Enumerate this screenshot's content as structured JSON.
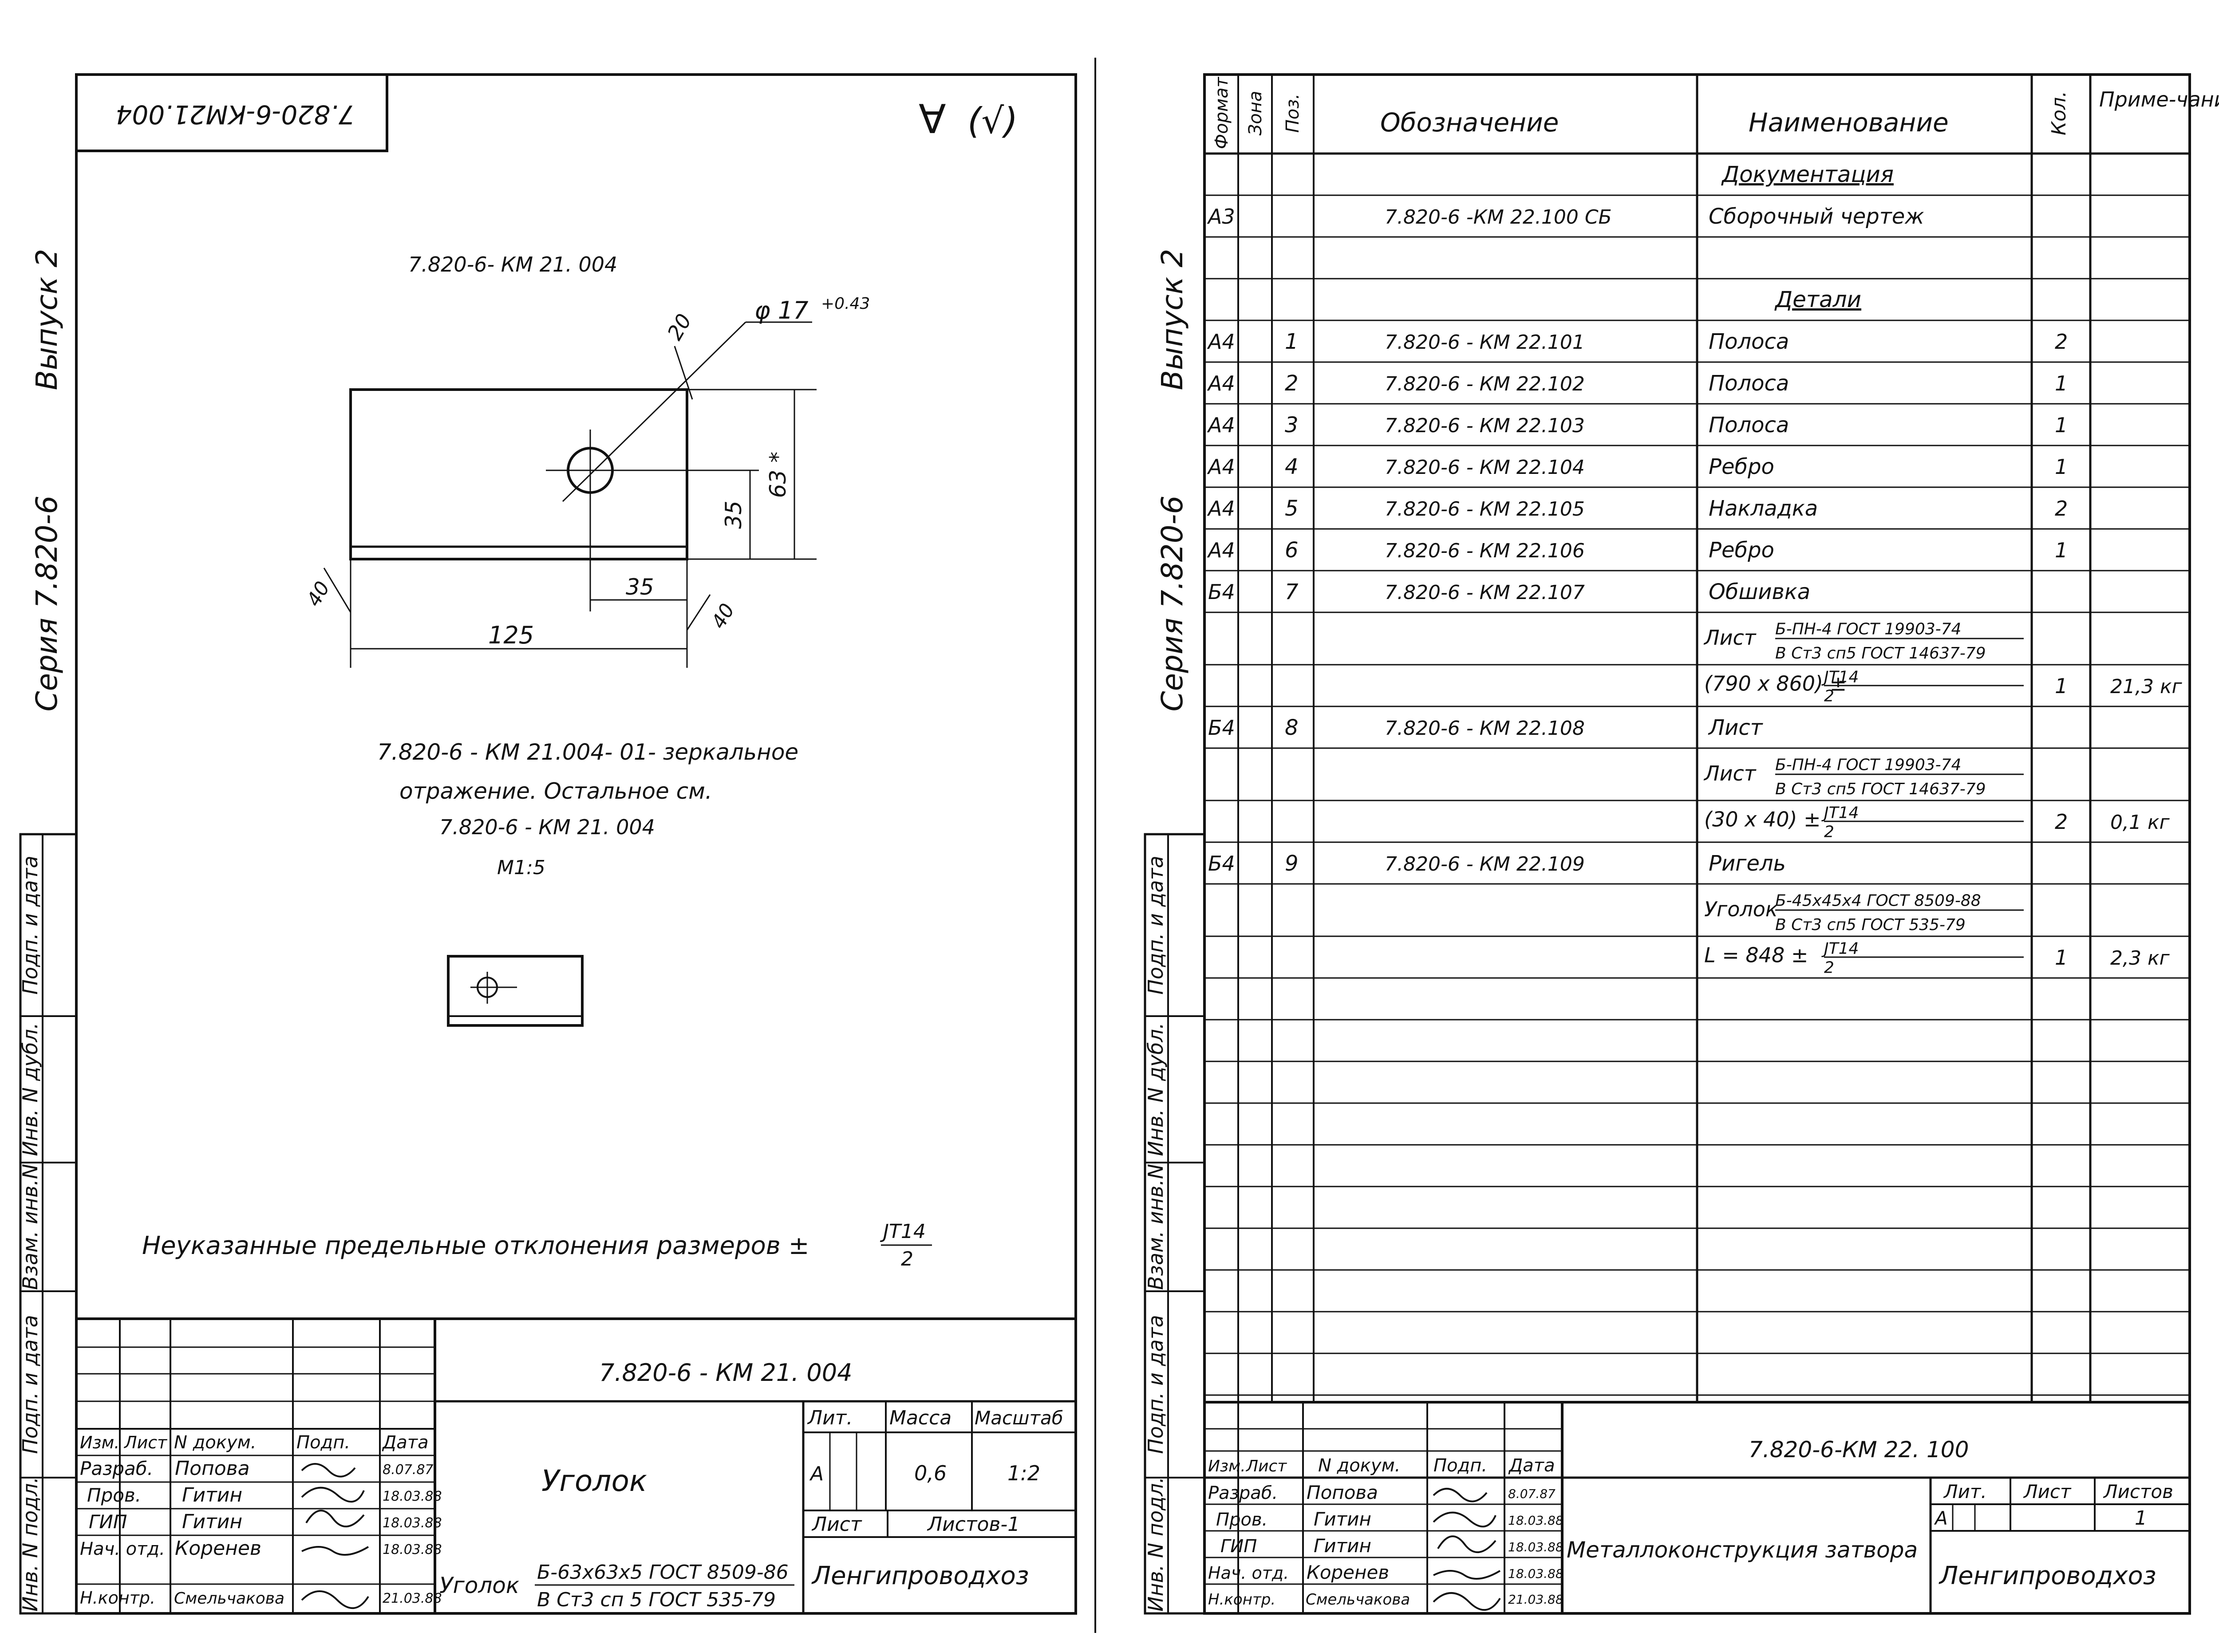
{
  "left_sheet": {
    "mirrored_code": "7.820-6-КМ21.004",
    "roughness": "(√)",
    "side_series": "Серия 7.820-6",
    "side_release": "Выпуск 2",
    "drawing_code": "7.820-6- КМ 21. 004",
    "dims": {
      "hole": "φ 17",
      "hole_tol": "+0.43",
      "angle_top": "20",
      "height_total": "63 *",
      "hole_y": "35",
      "hole_x": "35",
      "length": "125",
      "thick_left": "40",
      "thick_right": "40"
    },
    "note_lines": [
      "7.820-6 - КМ 21.004- 01- зеркальное",
      "отражение. Остальное см.",
      "7.820-6 - КМ 21. 004",
      "М1:5"
    ],
    "tolerance_note": "Неуказанные предельные отклонения размеров ±",
    "tolerance_frac_top": "JT14",
    "tolerance_frac_bottom": "2",
    "margin_labels": [
      "Инв. N подл.",
      "Подп. и дата",
      "Взам. инв.N",
      "Инв. N дубл.",
      "Подп. и дата"
    ],
    "title_block": {
      "doc_code": "7.820-6 - КМ 21. 004",
      "hdr": [
        "Изм.",
        "Лист",
        "N докум.",
        "Подп.",
        "Дата"
      ],
      "rows": [
        {
          "role": "Разраб.",
          "name": "Попова",
          "date": "8.07.87"
        },
        {
          "role": "Пров.",
          "name": "Гитин",
          "date": "18.03.88"
        },
        {
          "role": "ГИП",
          "name": "Гитин",
          "date": "18.03.88"
        },
        {
          "role": "Нач. отд.",
          "name": "Коренев",
          "date": "18.03.88"
        },
        {
          "role": "Н.контр.",
          "name": "Смельчакова",
          "date": "21.03.88"
        }
      ],
      "title": "Уголок",
      "lit_hdr": "Лит.",
      "mass_hdr": "Масса",
      "scale_hdr": "Масштаб",
      "lit": "А",
      "mass": "0,6",
      "scale": "1:2",
      "sheet_hdr": "Лист",
      "sheets_hdr": "Листов-1",
      "material_label": "Уголок",
      "material_top": "Б-63х63х5 ГОСТ 8509-86",
      "material_bottom": "В Ст3 сп 5 ГОСТ 535-79",
      "org": "Ленгипроводхоз"
    }
  },
  "right_sheet": {
    "side_series": "Серия 7.820-6",
    "side_release": "Выпуск 2",
    "headers": [
      "Формат",
      "Зона",
      "Поз.",
      "Обозначение",
      "Наименование",
      "Кол.",
      "Приме-чание"
    ],
    "rows": [
      {
        "fmt": "",
        "pos": "",
        "code": "",
        "name": "Документация",
        "qty": "",
        "note": "",
        "u": true
      },
      {
        "fmt": "А3",
        "pos": "",
        "code": "7.820-6 -КМ 22.100 СБ",
        "name": "Сборочный чертеж",
        "qty": "",
        "note": ""
      },
      {
        "fmt": "",
        "pos": "",
        "code": "",
        "name": "",
        "qty": "",
        "note": ""
      },
      {
        "fmt": "",
        "pos": "",
        "code": "",
        "name": "Детали",
        "qty": "",
        "note": "",
        "u": true
      },
      {
        "fmt": "А4",
        "pos": "1",
        "code": "7.820-6 - КМ 22.101",
        "name": "Полоса",
        "qty": "2",
        "note": ""
      },
      {
        "fmt": "А4",
        "pos": "2",
        "code": "7.820-6 - КМ 22.102",
        "name": "Полоса",
        "qty": "1",
        "note": ""
      },
      {
        "fmt": "А4",
        "pos": "3",
        "code": "7.820-6 - КМ 22.103",
        "name": "Полоса",
        "qty": "1",
        "note": ""
      },
      {
        "fmt": "А4",
        "pos": "4",
        "code": "7.820-6 - КМ 22.104",
        "name": "Ребро",
        "qty": "1",
        "note": ""
      },
      {
        "fmt": "А4",
        "pos": "5",
        "code": "7.820-6 - КМ 22.105",
        "name": "Накладка",
        "qty": "2",
        "note": ""
      },
      {
        "fmt": "А4",
        "pos": "6",
        "code": "7.820-6 - КМ 22.106",
        "name": "Ребро",
        "qty": "1",
        "note": ""
      },
      {
        "fmt": "Б4",
        "pos": "7",
        "code": "7.820-6 - КМ 22.107",
        "name": "Обшивка",
        "qty": "",
        "note": ""
      },
      {
        "fmt": "",
        "pos": "",
        "code": "",
        "name": "Лист",
        "frac_top": "Б-ПН-4 ГОСТ 19903-74",
        "frac_bot": "В Ст3 сп5 ГОСТ 14637-79",
        "qty": "",
        "note": "",
        "tall": true
      },
      {
        "fmt": "",
        "pos": "",
        "code": "",
        "name": "(790 х 860) ±",
        "frac_top": "JT14",
        "frac_bot": "2",
        "qty": "1",
        "note": "21,3 кг"
      },
      {
        "fmt": "Б4",
        "pos": "8",
        "code": "7.820-6 - КМ 22.108",
        "name": "Лист",
        "qty": "",
        "note": ""
      },
      {
        "fmt": "",
        "pos": "",
        "code": "",
        "name": "Лист",
        "frac_top": "Б-ПН-4 ГОСТ 19903-74",
        "frac_bot": "В Ст3 сп5 ГОСТ 14637-79",
        "qty": "",
        "note": "",
        "tall": true
      },
      {
        "fmt": "",
        "pos": "",
        "code": "",
        "name": "(30 х 40) ±",
        "frac_top": "JT14",
        "frac_bot": "2",
        "qty": "2",
        "note": "0,1 кг"
      },
      {
        "fmt": "Б4",
        "pos": "9",
        "code": "7.820-6 - КМ 22.109",
        "name": "Ригель",
        "qty": "",
        "note": ""
      },
      {
        "fmt": "",
        "pos": "",
        "code": "",
        "name": "Уголок",
        "frac_top": "Б-45х45х4 ГОСТ 8509-88",
        "frac_bot": "В Ст3 сп5 ГОСТ 535-79",
        "qty": "",
        "note": "",
        "tall": true
      },
      {
        "fmt": "",
        "pos": "",
        "code": "",
        "name": "L = 848 ±",
        "frac_top": "JT14",
        "frac_bot": "2",
        "qty": "1",
        "note": "2,3 кг"
      }
    ],
    "margin_labels": [
      "Инв. N подл.",
      "Подп. и дата",
      "Взам. инв.N",
      "Инв. N дубл.",
      "Подп. и дата"
    ],
    "title_block": {
      "doc_code": "7.820-6-КМ 22. 100",
      "hdr": [
        "Изм.",
        "Лист",
        "N докум.",
        "Подп.",
        "Дата"
      ],
      "rows": [
        {
          "role": "Разраб.",
          "name": "Попова",
          "date": "8.07.87"
        },
        {
          "role": "Пров.",
          "name": "Гитин",
          "date": "18.03.88"
        },
        {
          "role": "ГИП",
          "name": "Гитин",
          "date": "18.03.88"
        },
        {
          "role": "Нач. отд.",
          "name": "Коренев",
          "date": "18.03.88"
        },
        {
          "role": "Н.контр.",
          "name": "Смельчакова",
          "date": "21.03.88"
        }
      ],
      "title": "Металлоконструкция затвора",
      "lit_hdr": "Лит.",
      "sheet_hdr": "Лист",
      "sheets_hdr": "Листов",
      "lit": "А",
      "sheets": "1",
      "org": "Ленгипроводхоз"
    }
  }
}
